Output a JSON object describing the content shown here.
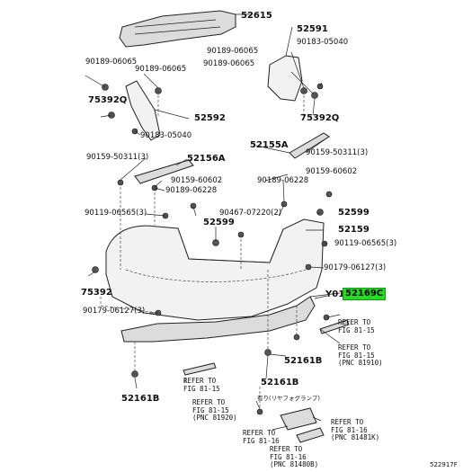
{
  "diagram": {
    "labels": {
      "p52615": "52615",
      "p52591": "52591",
      "p90189_06065_a": "90189-06065",
      "p90189_06065_b": "90189-06065",
      "p90189_06065_c": "90189-06065",
      "p90183_05040_a": "90183-05040",
      "p75392q_left": "75392Q",
      "p52592": "52592",
      "p90183_05040_b": "90183-05040",
      "p75392q_right": "75392Q",
      "p90159_50311_left": "90159-50311(3)",
      "p52156a": "52156A",
      "p52155a": "52155A",
      "p90159_50311_right": "90159-50311(3)",
      "p90159_60602_left": "90159-60602",
      "p90189_06228_left": "90189-06228",
      "p90159_60602_right": "90159-60602",
      "p90189_06228_right": "90189-06228",
      "p90119_06565_left": "90119-06565(3)",
      "p52599_left": "52599",
      "p90467_07220": "90467-07220(2)",
      "p52599_right": "52599",
      "p52159": "52159",
      "p90119_06565_right": "90119-06565(3)",
      "p90179_06127_right": "90179-06127(3)",
      "p75392": "75392",
      "p90179_06127_left": "90179-06127(3)",
      "p_y01_prefix": "Y01",
      "p52169c": "52169C",
      "p52161b_right": "52161B",
      "p52161b_left": "52161B",
      "p52161b_bottom": "52161B",
      "ref_1": "REFER TO\nFIG 81-15",
      "ref_2": "REFER TO\nFIG 81-15\n(PNC 81910)",
      "ref_3": "REFER TO\nFIG 81-15",
      "ref_4": "REFER TO\nFIG 81-15\n(PNC 81920)",
      "ref_5": "REFER TO\nFIG 81-16",
      "ref_6": "REFER TO\nFIG 81-16\n(PNC 81481K)",
      "ref_7": "REFER TO\nFIG 81-16\n(PNC 81480B)",
      "note_fog": "有り(リヤフォグランプ)",
      "drawing_code": "522917F"
    },
    "colors": {
      "highlight": "#22dd22",
      "line": "#222222"
    }
  }
}
